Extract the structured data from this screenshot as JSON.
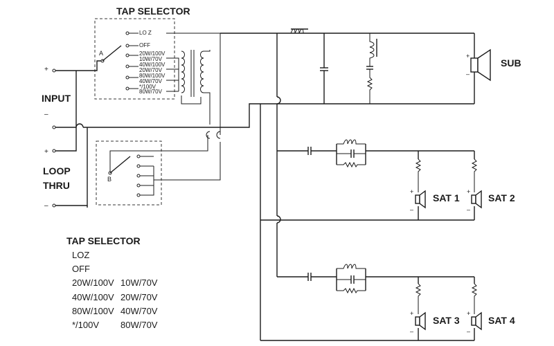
{
  "diagram": {
    "title_top": "TAP SELECTOR",
    "input_label": "INPUT",
    "loop_label_1": "LOOP",
    "loop_label_2": "THRU",
    "plus": "+",
    "minus": "–",
    "switch_a": "A",
    "switch_b": "B",
    "taps": [
      "LO Z",
      "OFF",
      "20W/100V",
      "10W/70V",
      "40W/100V",
      "20W/70V",
      "80W/100V",
      "40W/70V",
      "*/100V",
      "80W/70V"
    ],
    "sub_label": "SUB",
    "sat_labels": [
      "SAT 1",
      "SAT 2",
      "SAT 3",
      "SAT 4"
    ]
  },
  "table": {
    "title": "TAP SELECTOR",
    "rows": [
      [
        "LOZ",
        ""
      ],
      [
        "OFF",
        ""
      ],
      [
        "20W/100V",
        "10W/70V"
      ],
      [
        "40W/100V",
        "20W/70V"
      ],
      [
        "80W/100V",
        "40W/70V"
      ],
      [
        "*/100V",
        "80W/70V"
      ]
    ]
  }
}
